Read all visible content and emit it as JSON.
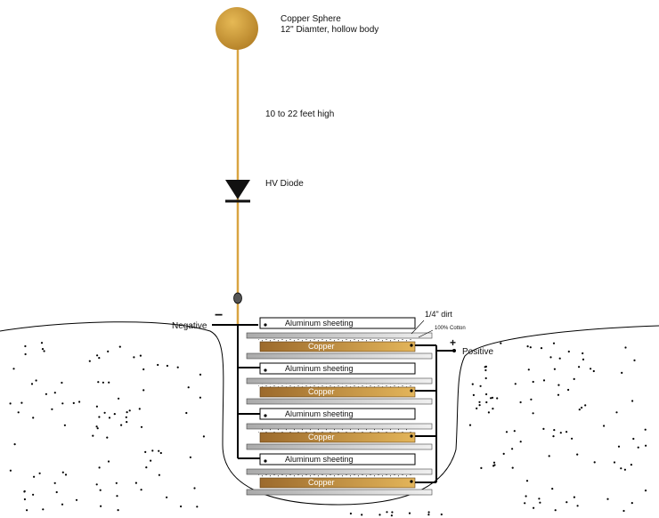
{
  "labels": {
    "sphere_line1": "Copper Sphere",
    "sphere_line2": "12\" Diamter, hollow body",
    "height": "10 to 22 feet high",
    "diode": "HV Diode",
    "negative": "Negative",
    "negative_sign": "−",
    "positive": "Positive",
    "positive_sign": "+",
    "dirt": "1/4\" dirt",
    "cotton": "100% Cotton"
  },
  "cells": [
    {
      "aluminum": "Aluminum sheeting",
      "copper": "Copper"
    },
    {
      "aluminum": "Aluminum sheeting",
      "copper": "Copper"
    },
    {
      "aluminum": "Aluminum sheeting",
      "copper": "Copper"
    },
    {
      "aluminum": "Aluminum sheeting",
      "copper": "Copper"
    }
  ],
  "colors": {
    "sphere": "#c8962e",
    "antenna": "#d9a441",
    "copper_dark": "#9c6a2c",
    "copper_light": "#e3b55a",
    "aluminum": "#ffffff",
    "wire": "#000000",
    "dirt_dot": "#000000"
  }
}
